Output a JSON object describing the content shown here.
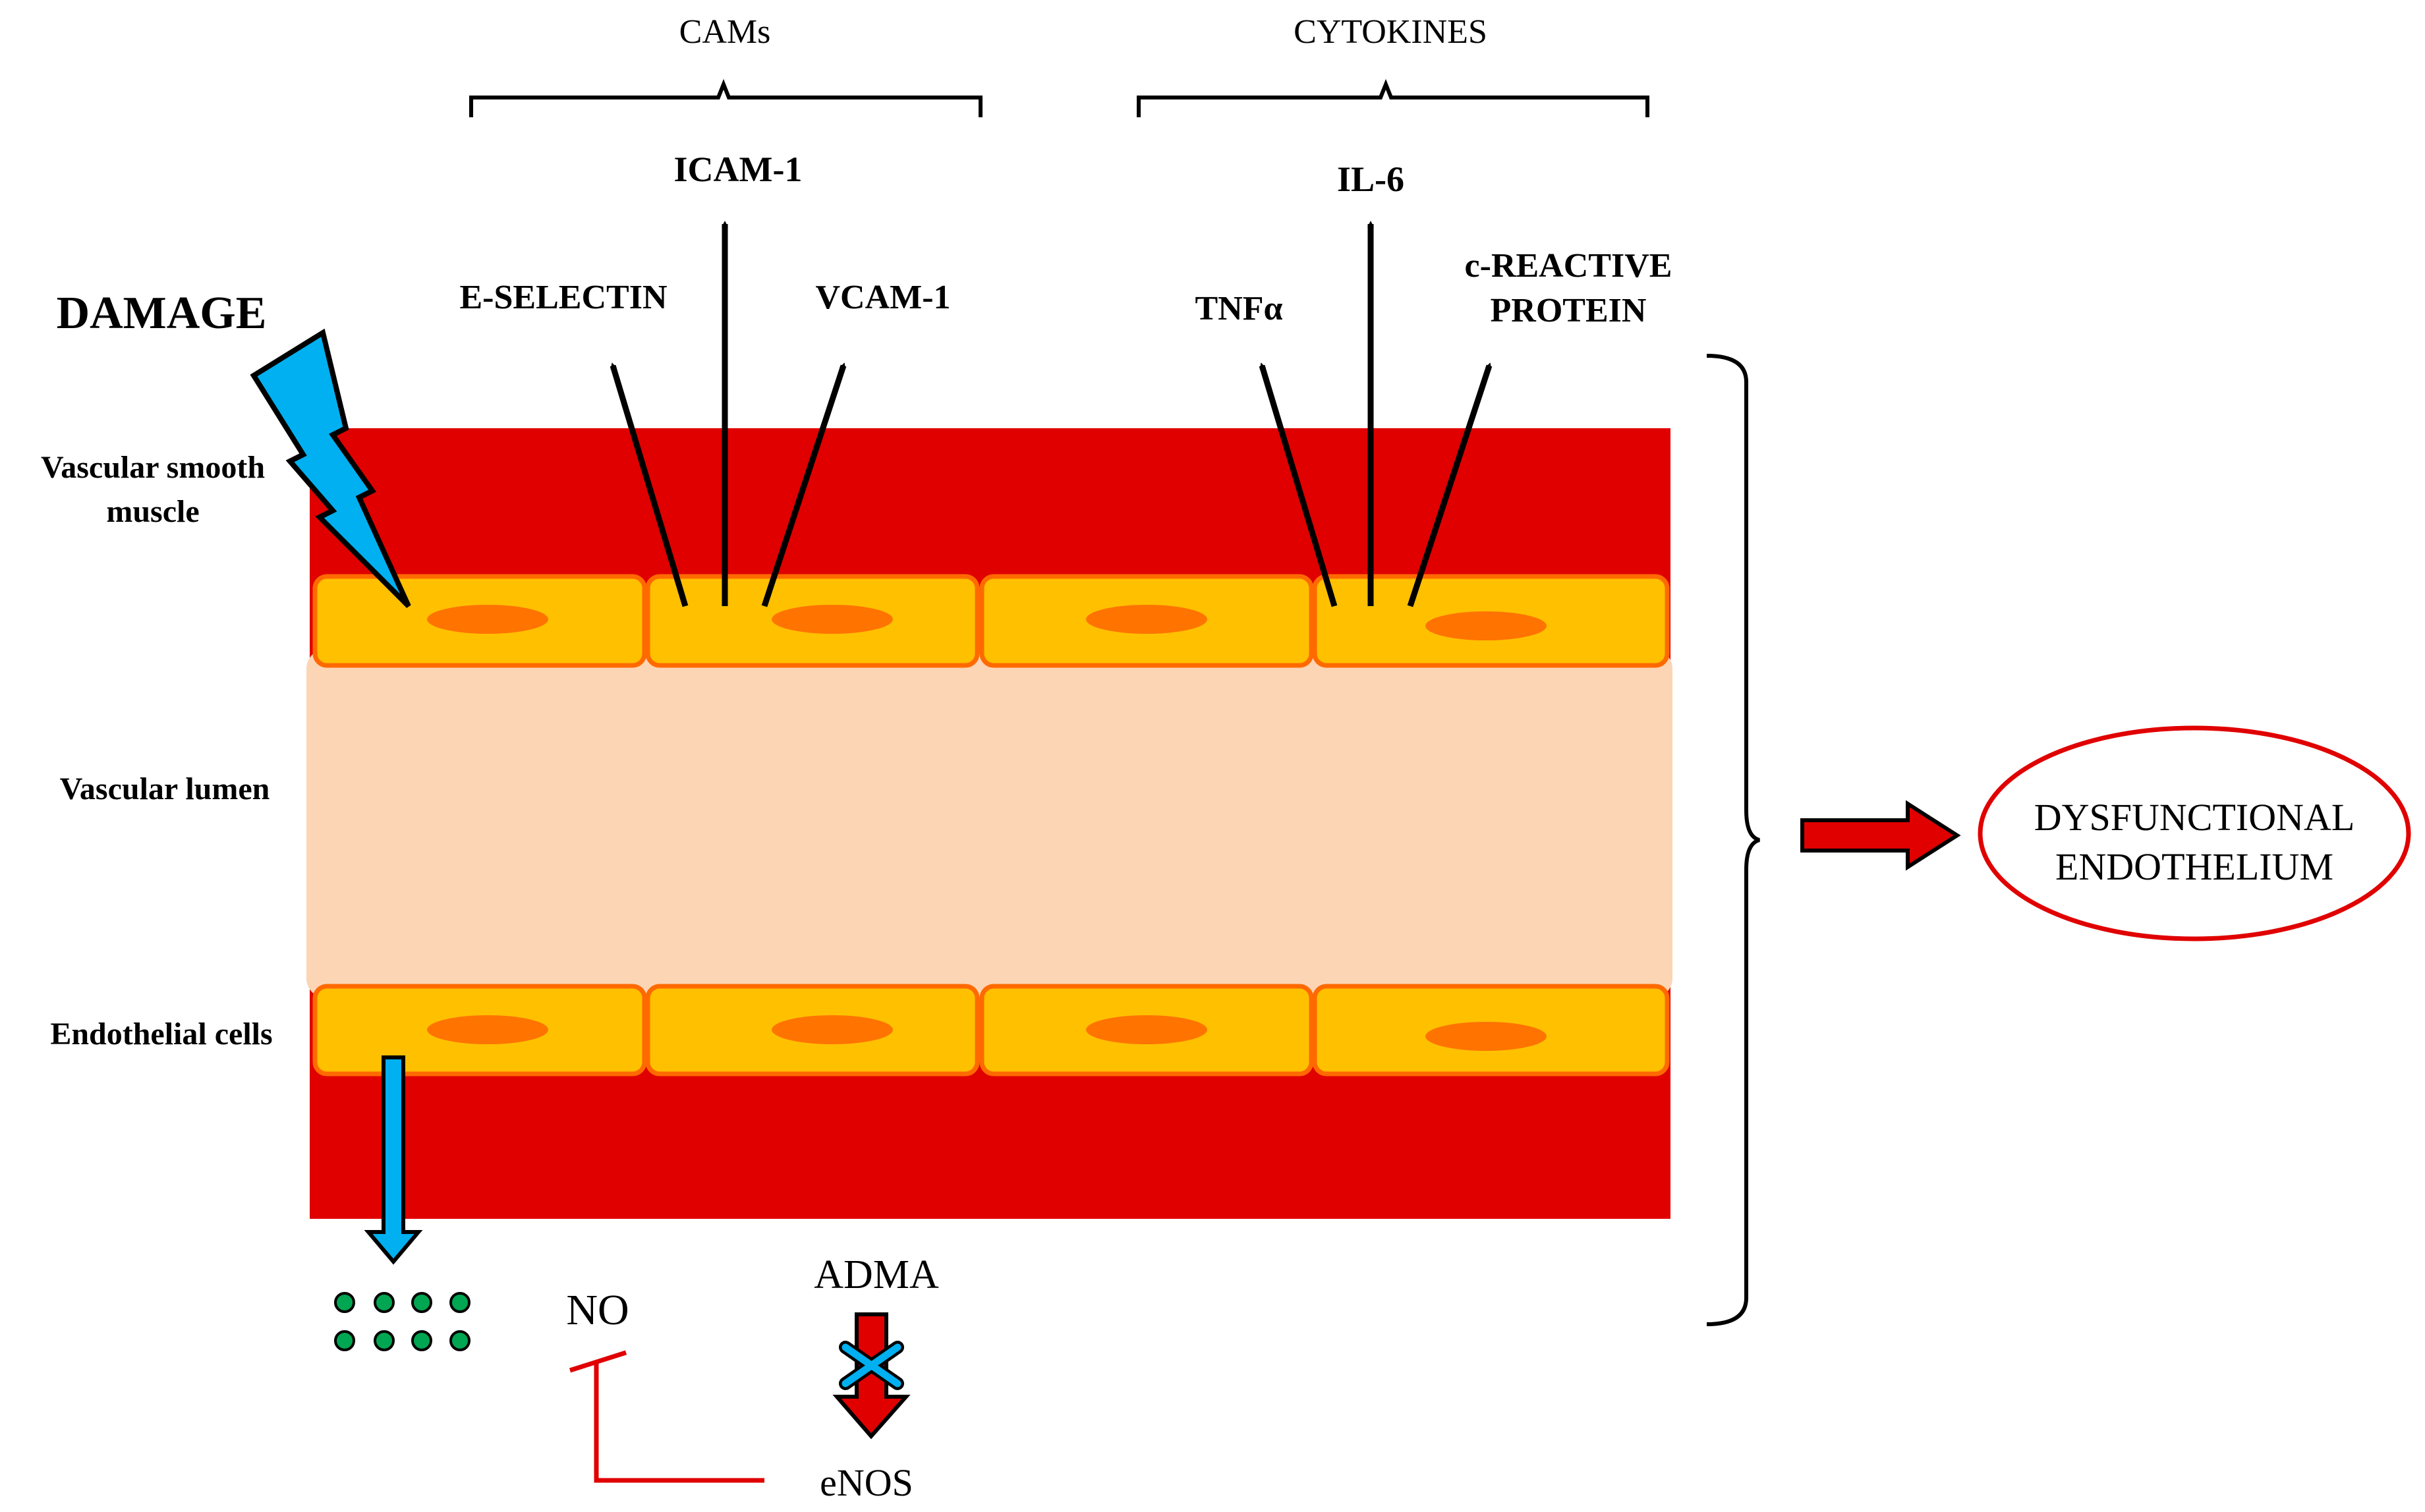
{
  "groups": {
    "cams": "CAMs",
    "cytokines": "CYTOKINES"
  },
  "molecules": {
    "icam1": "ICAM-1",
    "eselectin": "E-SELECTIN",
    "vcam1": "VCAM-1",
    "il6": "IL-6",
    "tnfa": "TNFα",
    "crp_line1": "c-REACTIVE",
    "crp_line2": "PROTEIN"
  },
  "damage": "DAMAGE",
  "layers": {
    "smooth_muscle_line1": "Vascular smooth",
    "smooth_muscle_line2": "muscle",
    "lumen": "Vascular lumen",
    "endothelial": "Endothelial cells"
  },
  "outcome": {
    "line1": "DYSFUNCTIONAL",
    "line2": "ENDOTHELIUM"
  },
  "bottom": {
    "no": "NO",
    "adma": "ADMA",
    "enos": "eNOS"
  },
  "colors": {
    "muscle": "#e00000",
    "lumen": "#fcd5b5",
    "cell": "#ffc000",
    "cell_border": "#ff6a00",
    "nucleus": "#ff7300",
    "lightning": "#00b0f0",
    "arrow_red": "#e00000",
    "dots": "#00a651",
    "inhibit_line": "#e00000",
    "ellipse_border": "#e00000"
  }
}
